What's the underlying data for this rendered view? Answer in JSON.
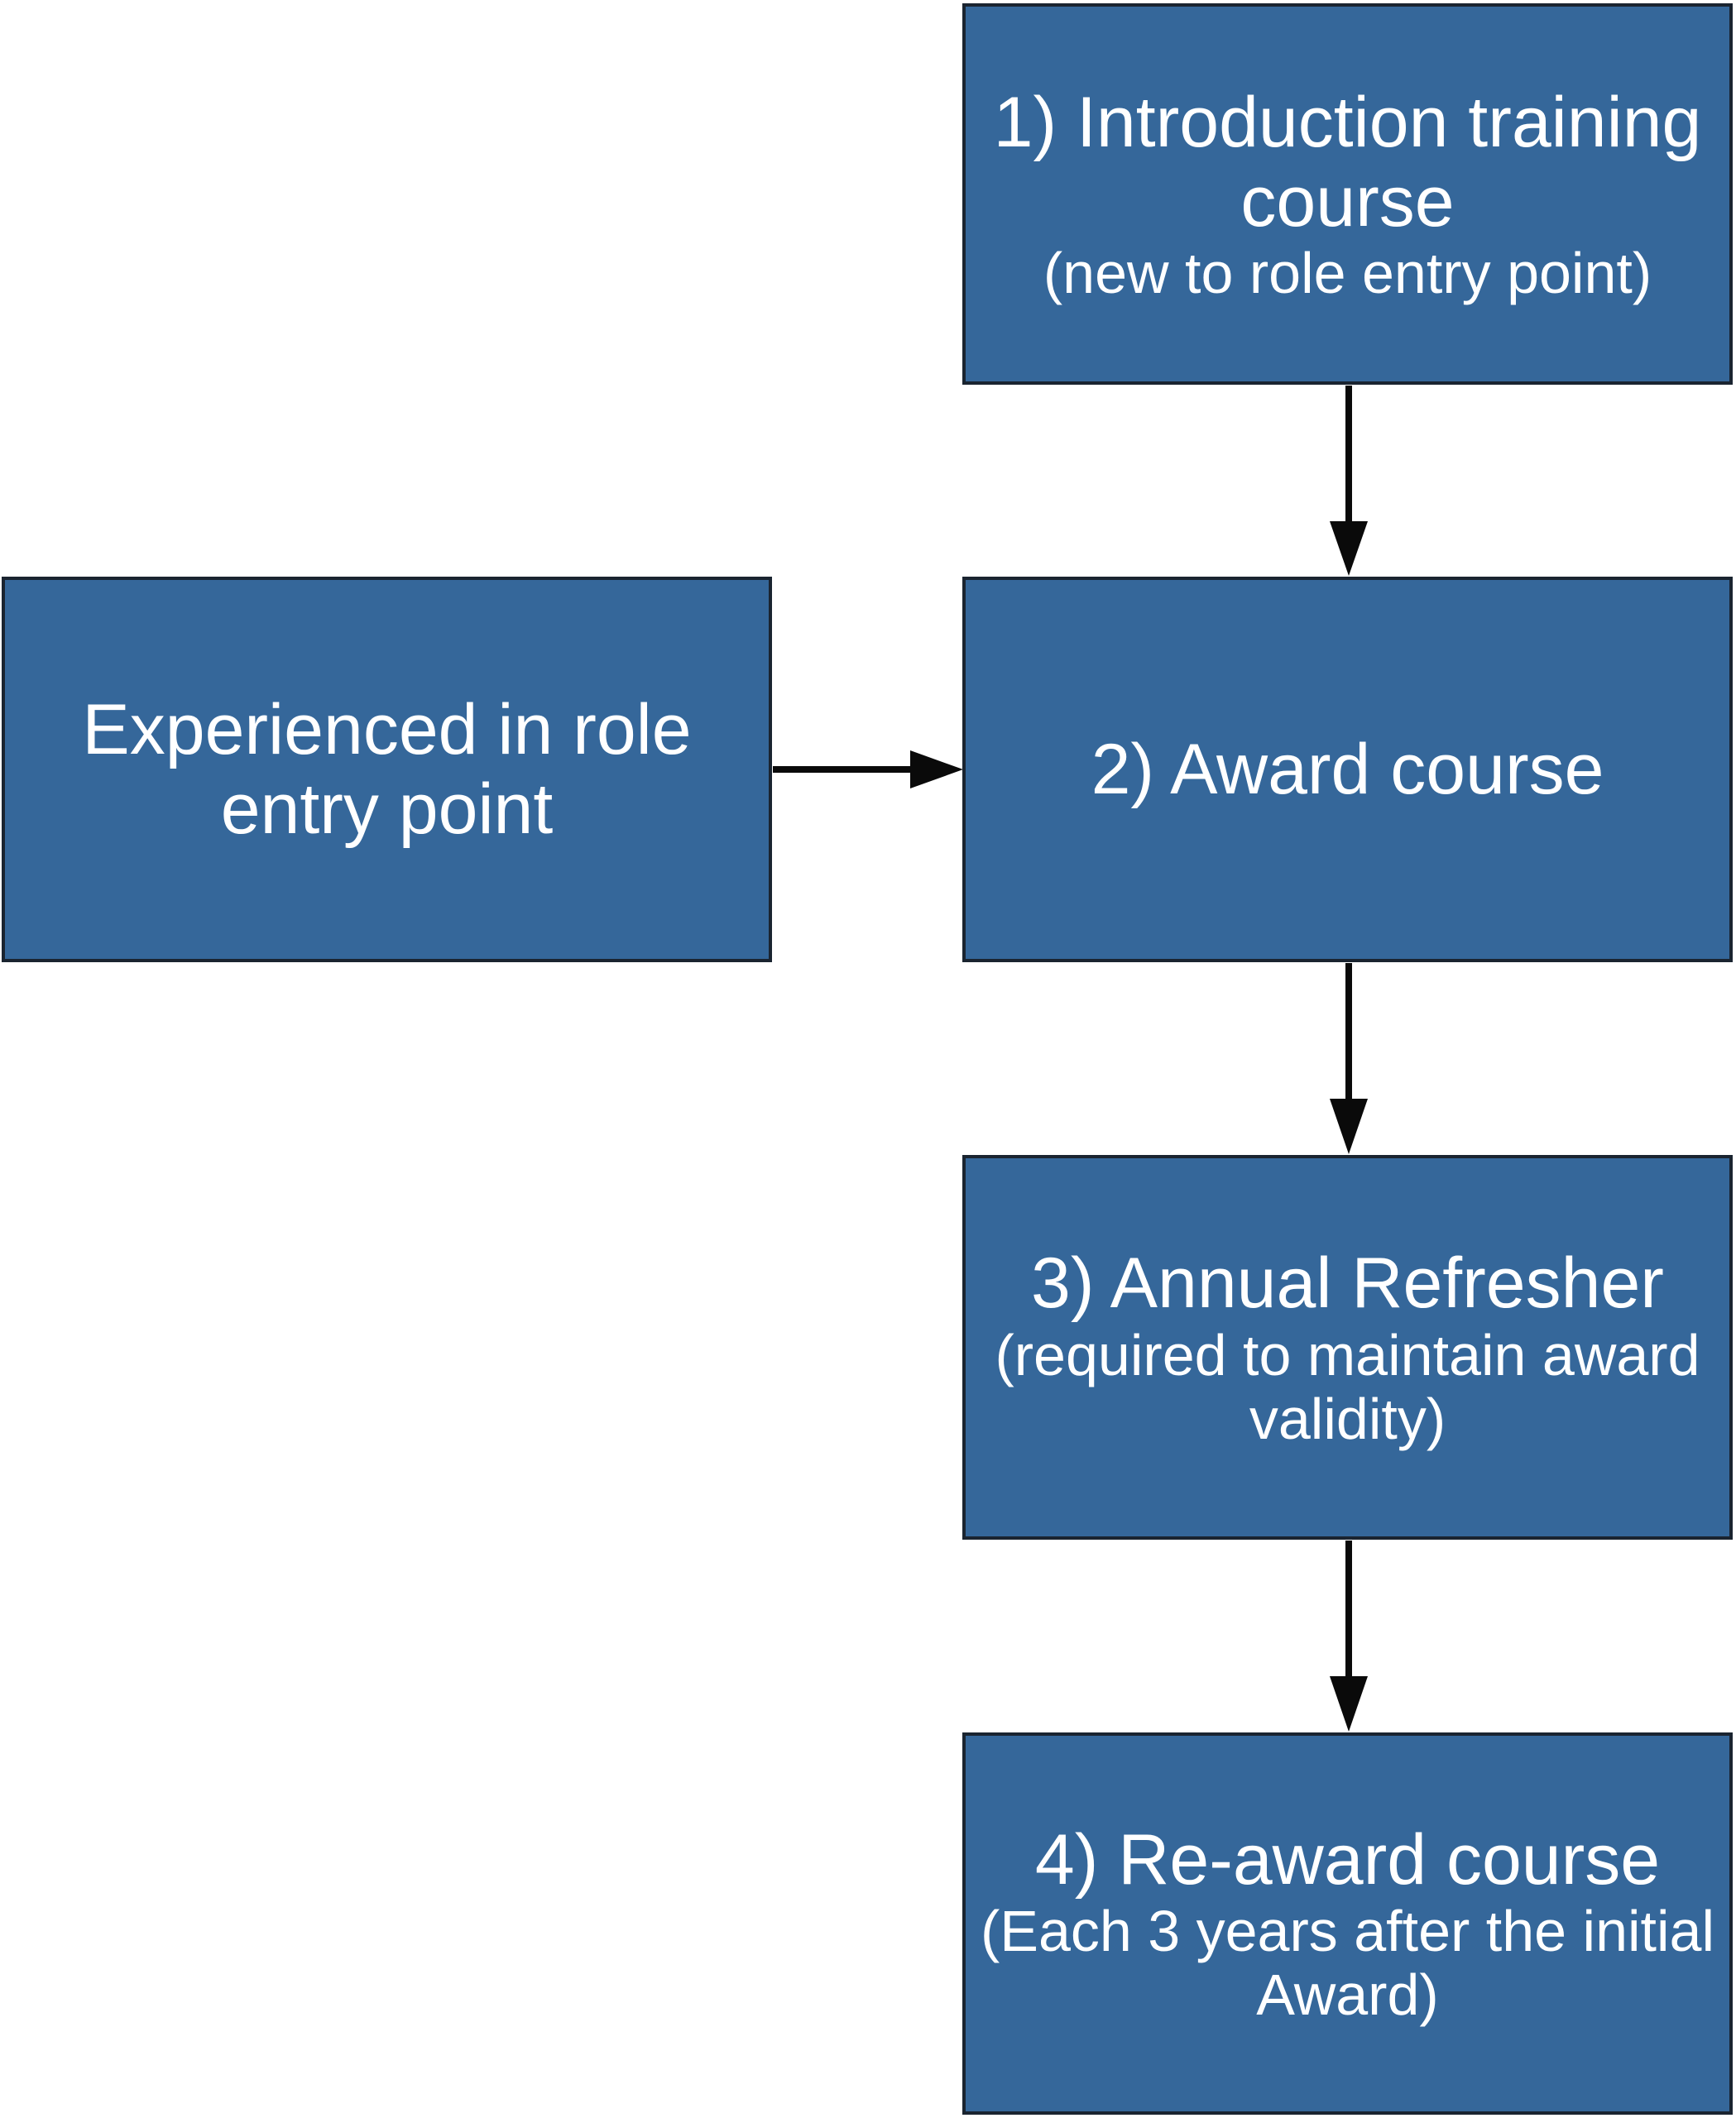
{
  "colors": {
    "box_fill": "#35679A",
    "box_border": "#1A2430",
    "arrow": "#0A0A0A",
    "text": "#FFFFFF",
    "background": "#FFFFFF"
  },
  "diagram": {
    "type": "flowchart",
    "boxes": [
      {
        "id": "introduction-training",
        "title": "1) Introduction training course",
        "subtitle": "(new to role entry point)"
      },
      {
        "id": "experienced-entry",
        "title": "Experienced in role entry point"
      },
      {
        "id": "award-course",
        "title": "2) Award course"
      },
      {
        "id": "annual-refresher",
        "title": "3) Annual Refresher",
        "subtitle": "(required to maintain award validity)"
      },
      {
        "id": "re-award-course",
        "title": "4) Re-award course",
        "subtitle": "(Each 3 years after the initial Award)"
      }
    ],
    "arrows": [
      {
        "from": "introduction-training",
        "to": "award-course",
        "direction": "down"
      },
      {
        "from": "experienced-entry",
        "to": "award-course",
        "direction": "right"
      },
      {
        "from": "award-course",
        "to": "annual-refresher",
        "direction": "down"
      },
      {
        "from": "annual-refresher",
        "to": "re-award-course",
        "direction": "down"
      }
    ]
  }
}
